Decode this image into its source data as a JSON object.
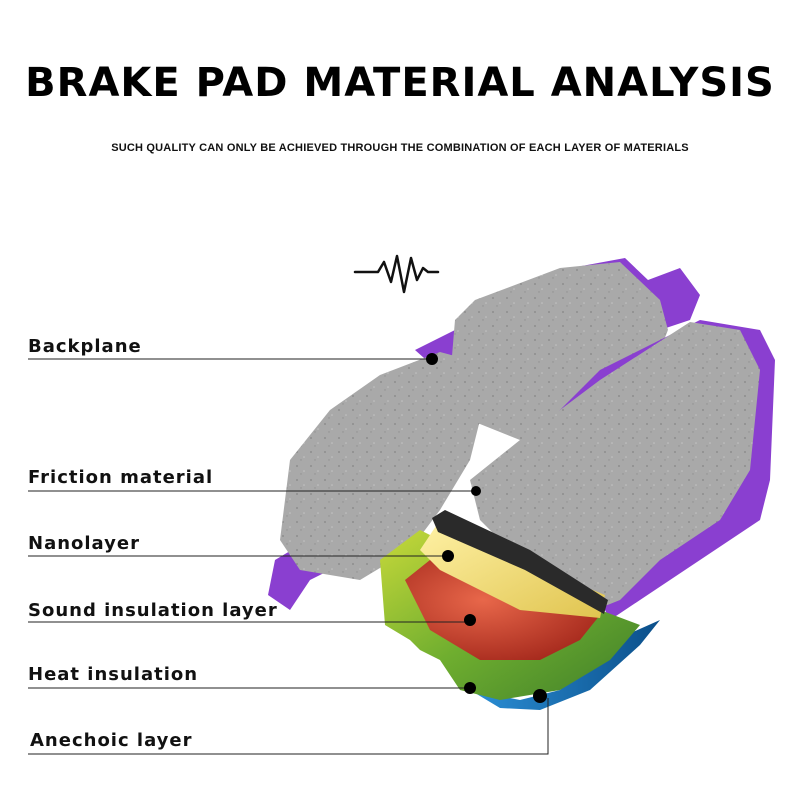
{
  "title": "BRAKE PAD MATERIAL ANALYSIS",
  "subtitle": "SUCH QUALITY CAN ONLY BE ACHIEVED THROUGH THE COMBINATION OF EACH LAYER OF MATERIALS",
  "layers": [
    {
      "label": "Backplane",
      "color": "#8a3fd0"
    },
    {
      "label": "Friction material",
      "color": "#9a9a9a"
    },
    {
      "label": "Nanolayer",
      "color": "#2a2a2a"
    },
    {
      "label": "Sound insulation layer",
      "color": "#e6d27a"
    },
    {
      "label": "Heat insulation",
      "color": "#c0392b"
    },
    {
      "label": "Anechoic layer",
      "color": "#7cb342"
    }
  ],
  "icons": {
    "vibration": "sound-wave-icon"
  }
}
